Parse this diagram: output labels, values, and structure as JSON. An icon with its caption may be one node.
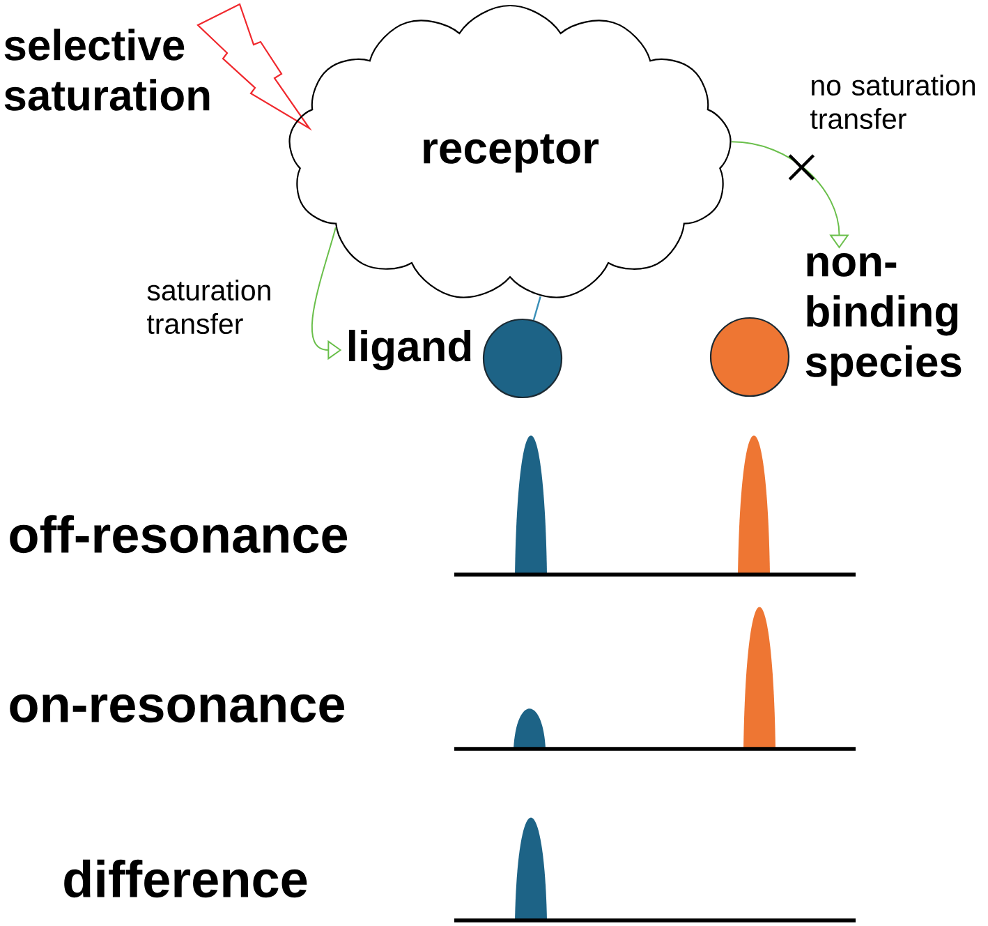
{
  "diagram": {
    "nodes": [
      {
        "text": [],
        "shape": "lightning",
        "beside": [
          "selective saturation"
        ]
      },
      {
        "text": [
          "receptor"
        ]
      },
      {
        "text": [
          "ligand"
        ]
      },
      {
        "text": [],
        "shape": "circle"
      },
      {
        "text": [
          "non-binding species"
        ]
      },
      {
        "text": [],
        "shape": "circle"
      }
    ],
    "edges": [
      {
        "from": 1,
        "to": 2,
        "arrow": "to",
        "label": "saturation transfer"
      },
      {
        "from": 1,
        "to": 3,
        "arrow": "none",
        "color": "#3a8fb7"
      },
      {
        "from": 1,
        "to": 4,
        "arrow": "to",
        "label": "no saturation transfer"
      }
    ],
    "labels": [
      "off-resonance",
      "on-resonance",
      "difference"
    ]
  }
}
